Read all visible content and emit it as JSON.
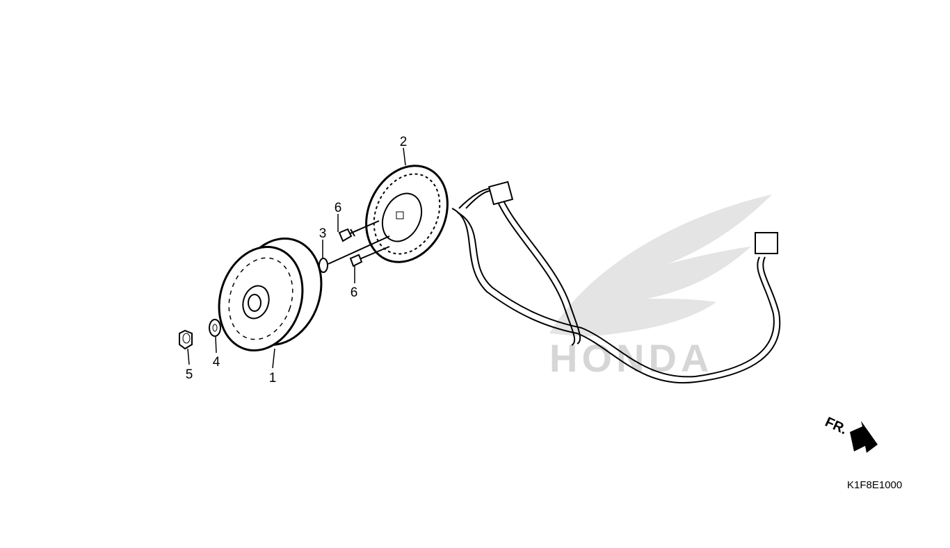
{
  "diagram": {
    "callouts": [
      {
        "id": "flywheel",
        "label": "1"
      },
      {
        "id": "stator",
        "label": "2"
      },
      {
        "id": "flange-bolt",
        "label": "3"
      },
      {
        "id": "washer",
        "label": "4"
      },
      {
        "id": "nut",
        "label": "5"
      },
      {
        "id": "bolt-upper",
        "label": "6"
      },
      {
        "id": "bolt-lower",
        "label": "6"
      }
    ],
    "direction_indicator": "FR.",
    "watermark_text": "HONDA",
    "diagram_code": "K1F8E1000"
  }
}
